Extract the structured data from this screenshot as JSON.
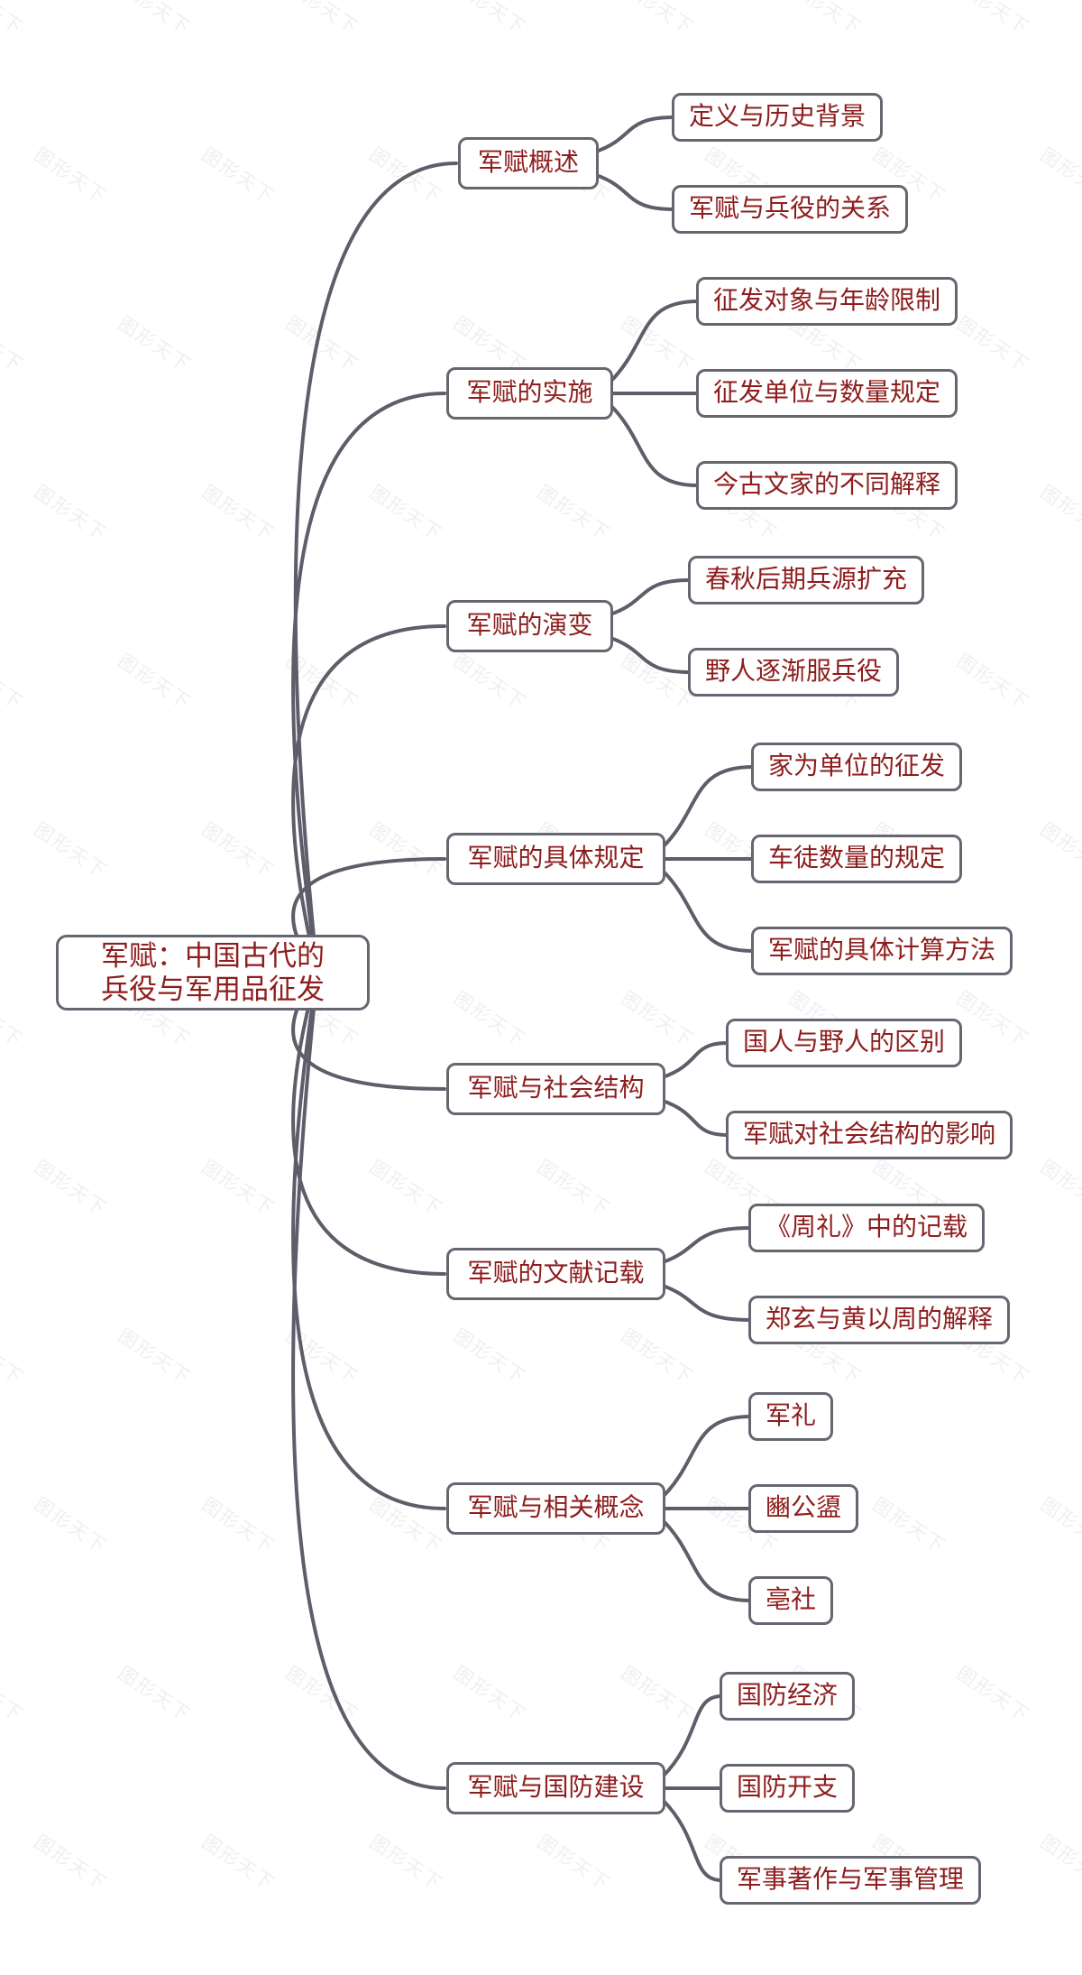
{
  "root": {
    "label_line1": "军赋：中国古代的",
    "label_line2": "兵役与军用品征发"
  },
  "branches": [
    {
      "label": "军赋概述",
      "children": [
        "定义与历史背景",
        "军赋与兵役的关系"
      ]
    },
    {
      "label": "军赋的实施",
      "children": [
        "征发对象与年龄限制",
        "征发单位与数量规定",
        "今古文家的不同解释"
      ]
    },
    {
      "label": "军赋的演变",
      "children": [
        "春秋后期兵源扩充",
        "野人逐渐服兵役"
      ]
    },
    {
      "label": "军赋的具体规定",
      "children": [
        "家为单位的征发",
        "车徒数量的规定",
        "军赋的具体计算方法"
      ]
    },
    {
      "label": "军赋与社会结构",
      "children": [
        "国人与野人的区别",
        "军赋对社会结构的影响"
      ]
    },
    {
      "label": "军赋的文献记载",
      "children": [
        "《周礼》中的记载",
        "郑玄与黄以周的解释"
      ]
    },
    {
      "label": "军赋与相关概念",
      "children": [
        "军礼",
        "豳公盨",
        "亳社"
      ]
    },
    {
      "label": "军赋与国防建设",
      "children": [
        "国防经济",
        "国防开支",
        "军事著作与军事管理"
      ]
    }
  ],
  "watermark": {
    "text": "图形天下"
  },
  "colors": {
    "node_text": "#8e1d1d",
    "node_border": "#666671",
    "connector": "#5e5e6a",
    "background": "#ffffff"
  }
}
